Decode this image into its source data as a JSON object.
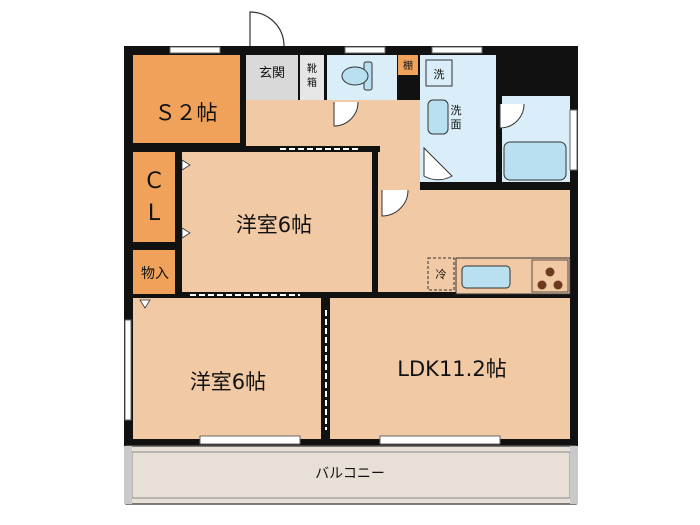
{
  "rooms": {
    "storage_s": "Ｓ２帖",
    "closet_c": "C",
    "closet_l": "L",
    "monoire": "物入",
    "western1": "洋室6帖",
    "western2": "洋室6帖",
    "ldk": "LDK11.2帖",
    "balcony": "バルコニー",
    "entrance": "玄関",
    "shoe_1": "靴",
    "shoe_2": "箱",
    "shelf": "棚",
    "washer": "洗",
    "washbasin_1": "洗",
    "washbasin_2": "面",
    "fridge": "冷"
  },
  "colors": {
    "wall": "#111111",
    "room": "#f2c9a5",
    "storage": "#f0a15a",
    "wet": "#d9eef8",
    "entrance": "#d9d9d9",
    "balcony": "#e8e0d6",
    "fixture": "#b8e0f0"
  }
}
